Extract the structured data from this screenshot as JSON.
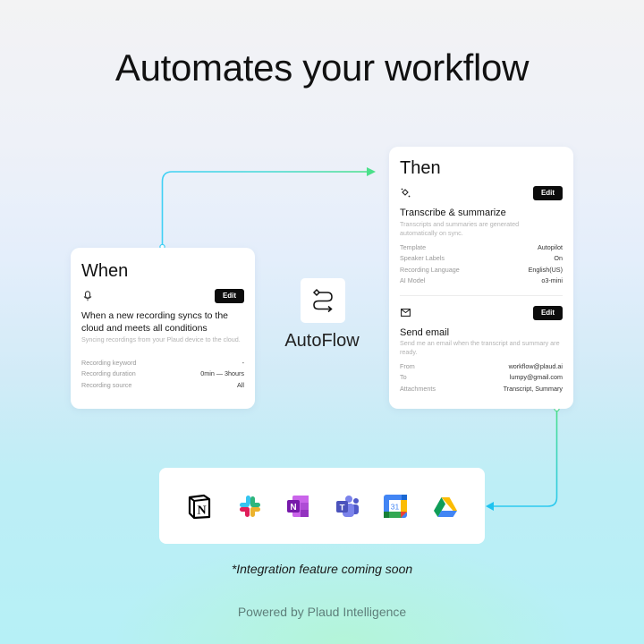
{
  "headline": "Automates your workflow",
  "when_card": {
    "title": "When",
    "icon": "microphone-icon",
    "edit_label": "Edit",
    "heading": "When a new recording syncs to the cloud and meets all conditions",
    "description": "Syncing recordings from your Plaud device to the cloud.",
    "conditions": [
      {
        "key": "Recording keyword",
        "value": "-"
      },
      {
        "key": "Recording duration",
        "value": "0min — 3hours"
      },
      {
        "key": "Recording source",
        "value": "All"
      }
    ]
  },
  "autoflow": {
    "icon": "autoflow-route-icon",
    "label": "AutoFlow"
  },
  "then_card": {
    "title": "Then",
    "actions": [
      {
        "icon": "sparkle-icon",
        "edit_label": "Edit",
        "heading": "Transcribe & summarize",
        "description": "Transcripts and summaries are generated automatically on sync.",
        "settings": [
          {
            "key": "Template",
            "value": "Autopilot"
          },
          {
            "key": "Speaker Labels",
            "value": "On"
          },
          {
            "key": "Recording Language",
            "value": "English(US)"
          },
          {
            "key": "AI Model",
            "value": "o3-mini"
          }
        ]
      },
      {
        "icon": "mail-icon",
        "edit_label": "Edit",
        "heading": "Send email",
        "description": "Send me an email when the transcript and summary are ready.",
        "settings": [
          {
            "key": "From",
            "value": "workflow@plaud.ai"
          },
          {
            "key": "To",
            "value": "lumpy@gmail.com"
          },
          {
            "key": "Attachments",
            "value": "Transcript, Summary"
          }
        ]
      }
    ]
  },
  "integrations": [
    {
      "name": "Notion",
      "icon": "notion-icon"
    },
    {
      "name": "Slack",
      "icon": "slack-icon"
    },
    {
      "name": "OneNote",
      "icon": "onenote-icon"
    },
    {
      "name": "Teams",
      "icon": "teams-icon"
    },
    {
      "name": "Google Calendar",
      "icon": "google-calendar-icon",
      "badge": "31"
    },
    {
      "name": "Google Drive",
      "icon": "google-drive-icon"
    }
  ],
  "footnote": "*Integration feature coming soon",
  "powered_by": "Powered by Plaud Intelligence",
  "colors": {
    "connector_start": "#3fd0f5",
    "connector_end": "#4be08a",
    "button_bg": "#0c0c0c"
  }
}
